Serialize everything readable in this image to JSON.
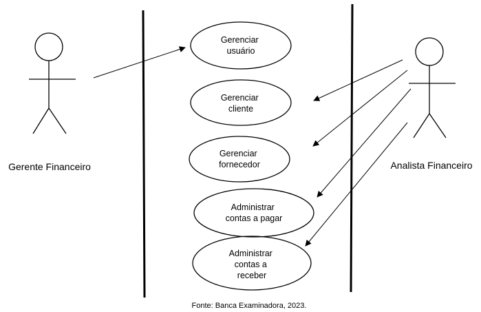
{
  "actors": {
    "left": {
      "name": "Gerente Financeiro",
      "icon": "stick-figure-icon"
    },
    "right": {
      "name": "Analista Financeiro",
      "icon": "stick-figure-icon"
    }
  },
  "use_cases": [
    {
      "lines": [
        "Gerenciar",
        "usuário"
      ]
    },
    {
      "lines": [
        "Gerenciar",
        "cliente"
      ]
    },
    {
      "lines": [
        "Gerenciar",
        "fornecedor"
      ]
    },
    {
      "lines": [
        "Administrar",
        "contas a pagar"
      ]
    },
    {
      "lines": [
        "Administrar",
        "contas a",
        "receber"
      ]
    }
  ],
  "associations": [
    {
      "from": "Gerente Financeiro",
      "to": "Gerenciar usuário"
    },
    {
      "from": "Analista Financeiro",
      "to": "Gerenciar cliente"
    },
    {
      "from": "Analista Financeiro",
      "to": "Gerenciar fornecedor"
    },
    {
      "from": "Analista Financeiro",
      "to": "Administrar contas a pagar"
    },
    {
      "from": "Analista Financeiro",
      "to": "Administrar contas a receber"
    }
  ],
  "source": "Fonte: Banca Examinadora, 2023."
}
